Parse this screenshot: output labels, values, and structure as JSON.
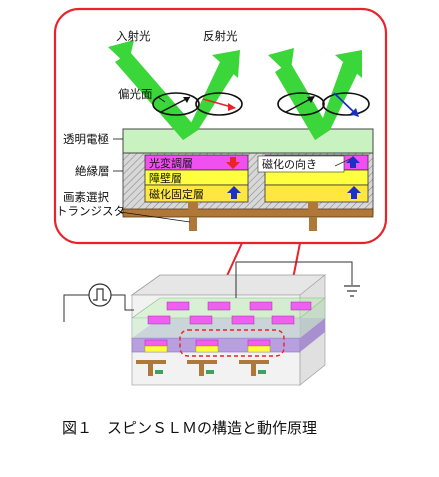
{
  "labels": {
    "incident_light": "入射光",
    "reflected_light": "反射光",
    "polarization_plane": "偏光面",
    "transparent_electrode": "透明電極",
    "insulating_layer": "絶縁層",
    "pixel_select": "画素選択",
    "transistor": "トランジスタ",
    "light_modulation_layer": "光変調層",
    "barrier_layer": "障壁層",
    "magnetization_fixed_layer": "磁化固定層",
    "magnetization_direction": "磁化の向き"
  },
  "caption": "図１　スピンＳＬＭの構造と動作原理",
  "colors": {
    "callout_border": "#e8232a",
    "light_green": "#3ad63a",
    "electrode": "#c8f2c0",
    "insulator_fill": "#d4d4d4",
    "modulation": "#f050f0",
    "barrier": "#ffff40",
    "fixed": "#ffe640",
    "transistor": "#b07838",
    "arrow_red": "#e8232a",
    "arrow_blue": "#1a30c8"
  },
  "icons": [
    "pulse-source-icon",
    "ground-icon"
  ]
}
